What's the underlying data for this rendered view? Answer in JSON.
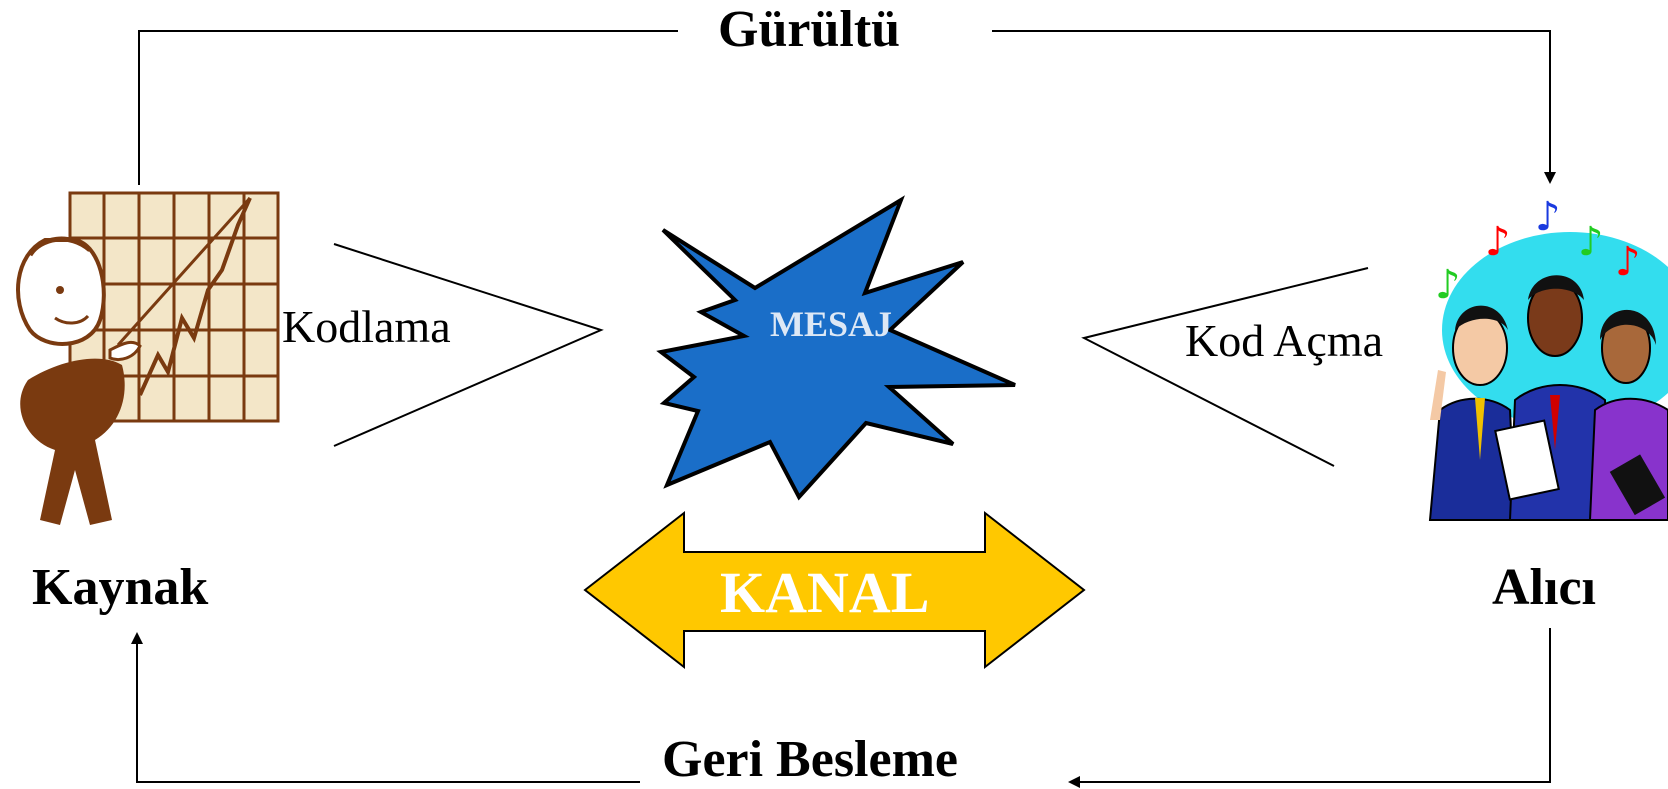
{
  "labels": {
    "noise": "Gürültü",
    "feedback": "Geri Besleme",
    "source": "Kaynak",
    "receiver": "Alıcı",
    "encoding": "Kodlama",
    "decoding": "Kod Açma",
    "message": "MESAJ",
    "channel": "KANAL"
  },
  "colors": {
    "message_fill": "#1a6ec8",
    "channel_fill": "#ffc800",
    "channel_text": "#ffffff",
    "message_text": "#dde8f5",
    "line": "#000000",
    "speaker_brown": "#7a3a10",
    "chart_bg": "#f3e6c8",
    "audience_bg": "#33ddee"
  },
  "icons": {
    "source": "presenter-with-chart-icon",
    "receiver": "singing-group-icon"
  }
}
